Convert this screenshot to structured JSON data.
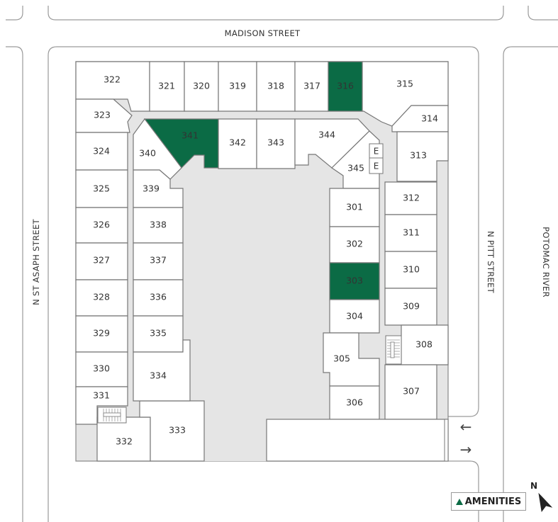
{
  "streets": {
    "north": "MADISON STREET",
    "west": "N ST ASAPH STREET",
    "east": "N PITT STREET",
    "river": "POTOMAC RIVER"
  },
  "colors": {
    "highlight": "#0b6b45",
    "corridor": "#e5e5e5"
  },
  "units": [
    {
      "label": "322",
      "highlighted": false
    },
    {
      "label": "321",
      "highlighted": false
    },
    {
      "label": "320",
      "highlighted": false
    },
    {
      "label": "319",
      "highlighted": false
    },
    {
      "label": "318",
      "highlighted": false
    },
    {
      "label": "317",
      "highlighted": false
    },
    {
      "label": "316",
      "highlighted": true
    },
    {
      "label": "315",
      "highlighted": false
    },
    {
      "label": "314",
      "highlighted": false
    },
    {
      "label": "313",
      "highlighted": false
    },
    {
      "label": "323",
      "highlighted": false
    },
    {
      "label": "341",
      "highlighted": true
    },
    {
      "label": "342",
      "highlighted": false
    },
    {
      "label": "343",
      "highlighted": false
    },
    {
      "label": "344",
      "highlighted": false
    },
    {
      "label": "345",
      "highlighted": false
    },
    {
      "label": "340",
      "highlighted": false
    },
    {
      "label": "324",
      "highlighted": false
    },
    {
      "label": "325",
      "highlighted": false
    },
    {
      "label": "326",
      "highlighted": false
    },
    {
      "label": "327",
      "highlighted": false
    },
    {
      "label": "328",
      "highlighted": false
    },
    {
      "label": "329",
      "highlighted": false
    },
    {
      "label": "330",
      "highlighted": false
    },
    {
      "label": "331",
      "highlighted": false
    },
    {
      "label": "332",
      "highlighted": false
    },
    {
      "label": "333",
      "highlighted": false
    },
    {
      "label": "339",
      "highlighted": false
    },
    {
      "label": "338",
      "highlighted": false
    },
    {
      "label": "337",
      "highlighted": false
    },
    {
      "label": "336",
      "highlighted": false
    },
    {
      "label": "335",
      "highlighted": false
    },
    {
      "label": "334",
      "highlighted": false
    },
    {
      "label": "301",
      "highlighted": false
    },
    {
      "label": "302",
      "highlighted": false
    },
    {
      "label": "303",
      "highlighted": true
    },
    {
      "label": "304",
      "highlighted": false
    },
    {
      "label": "305",
      "highlighted": false
    },
    {
      "label": "306",
      "highlighted": false
    },
    {
      "label": "312",
      "highlighted": false
    },
    {
      "label": "311",
      "highlighted": false
    },
    {
      "label": "310",
      "highlighted": false
    },
    {
      "label": "309",
      "highlighted": false
    },
    {
      "label": "308",
      "highlighted": false
    },
    {
      "label": "307",
      "highlighted": false
    }
  ],
  "elevators": [
    "E",
    "E"
  ],
  "traffic_arrows": {
    "in": "←",
    "out": "→"
  },
  "amenities_label": "AMENITIES",
  "compass": "N"
}
